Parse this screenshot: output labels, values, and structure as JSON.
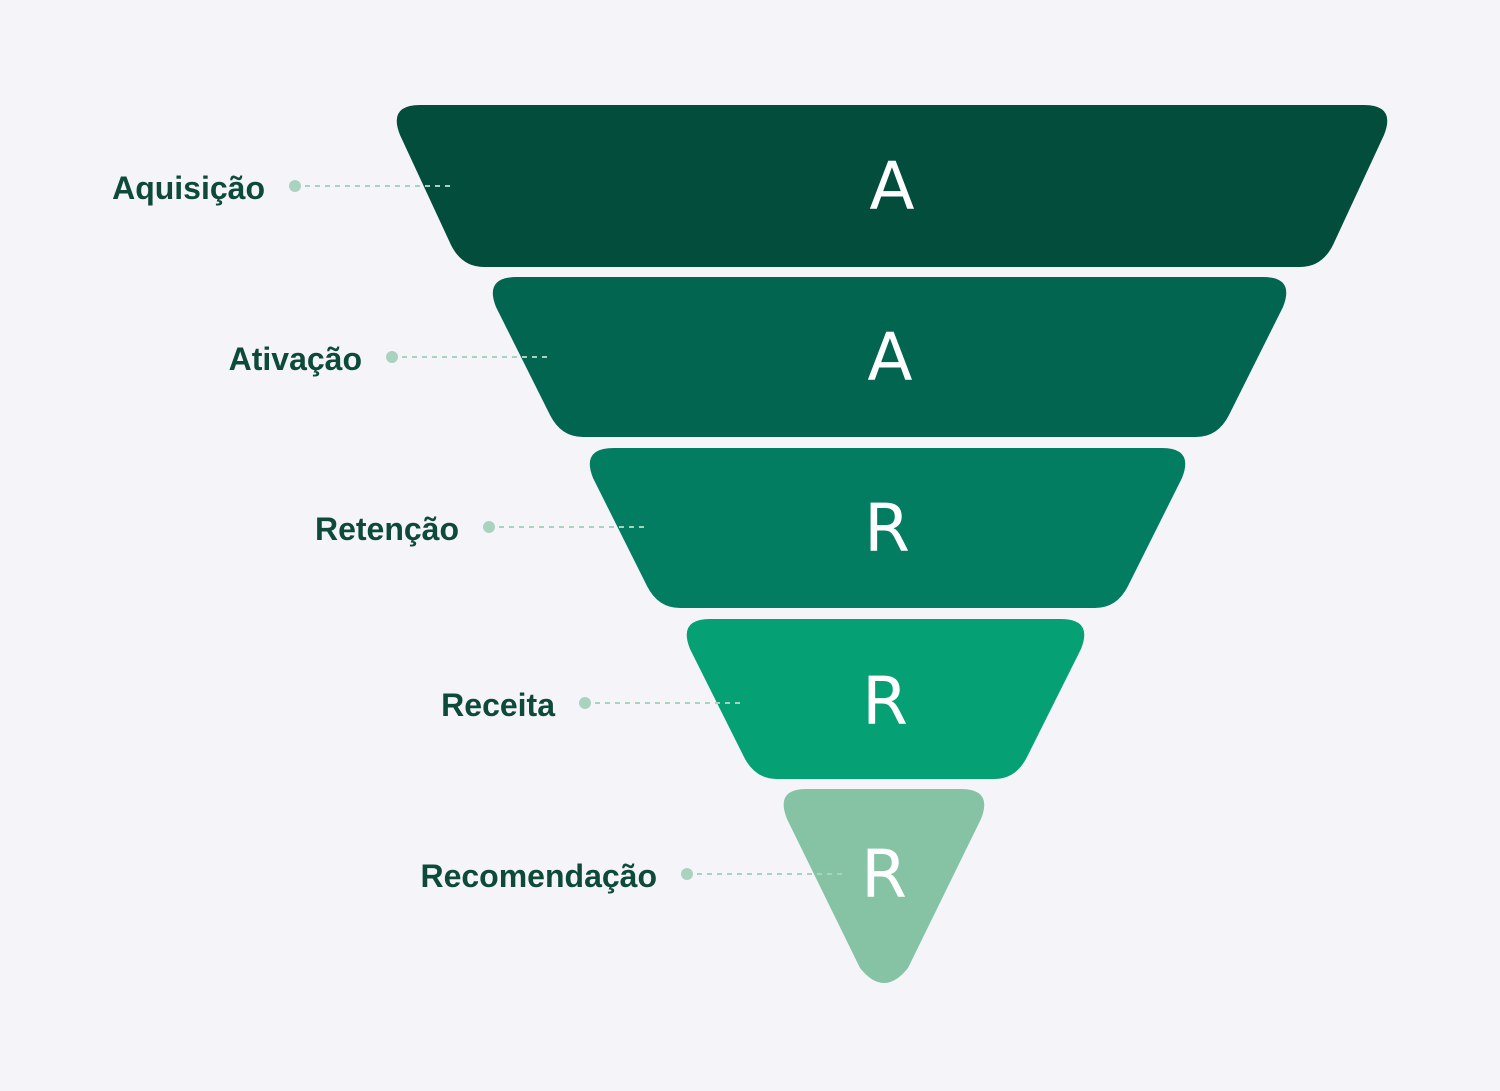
{
  "funnel": {
    "stages": [
      {
        "label": "Aquisição",
        "letter": "A",
        "color": "#024d3c"
      },
      {
        "label": "Ativação",
        "letter": "A",
        "color": "#02654f"
      },
      {
        "label": "Retenção",
        "letter": "R",
        "color": "#037d61"
      },
      {
        "label": "Receita",
        "letter": "R",
        "color": "#05a074"
      },
      {
        "label": "Recomendação",
        "letter": "R",
        "color": "#86c3a5"
      }
    ]
  }
}
